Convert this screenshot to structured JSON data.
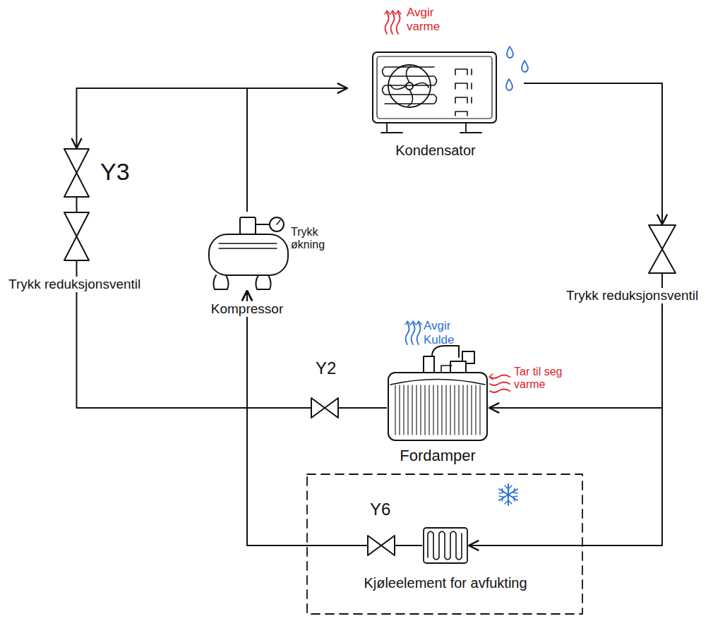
{
  "diagram": {
    "nodes": [
      {
        "text": [
          "Kondensator"
        ]
      },
      {
        "text": [
          "Kompressor"
        ]
      },
      {
        "text": [
          "Y3"
        ]
      },
      {
        "text": [
          "Trykk reduksjonsventil"
        ]
      },
      {
        "text": [
          "Trykk reduksjonsventil"
        ]
      },
      {
        "text": [
          "Fordamper"
        ]
      },
      {
        "text": [
          "Y2"
        ]
      },
      {
        "text": [
          "Kjøleelement for avfukting"
        ]
      },
      {
        "text": [
          "Y6"
        ]
      }
    ],
    "edges": [
      {
        "from": 1,
        "to": 0,
        "arrow": "to"
      },
      {
        "from": 1,
        "to": 2,
        "arrow": "to"
      },
      {
        "from": 2,
        "to": 3,
        "arrow": "none"
      },
      {
        "from": 3,
        "to": 1,
        "arrow": "to"
      },
      {
        "from": 0,
        "to": 4,
        "arrow": "to"
      },
      {
        "from": 4,
        "to": 5,
        "arrow": "to"
      },
      {
        "from": 4,
        "to": 7,
        "arrow": "to"
      },
      {
        "from": 5,
        "to": 6,
        "arrow": "none"
      },
      {
        "from": 6,
        "to": 1,
        "arrow": "to"
      },
      {
        "from": 7,
        "to": 8,
        "arrow": "none"
      },
      {
        "from": 8,
        "to": 1,
        "arrow": "to"
      }
    ],
    "labels": [
      "Avgir varme",
      "Trykk økning",
      "Avgir Kulde",
      "Tar til seg varme"
    ]
  }
}
